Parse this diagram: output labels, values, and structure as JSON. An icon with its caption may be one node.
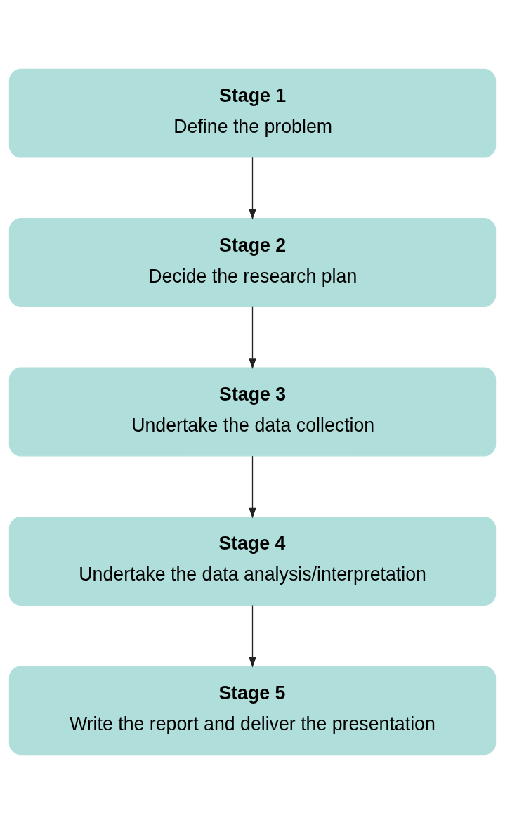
{
  "diagram": {
    "nodes": [
      {
        "text": [
          "Stage 1",
          "Define the problem"
        ]
      },
      {
        "text": [
          "Stage 2",
          "Decide the research plan"
        ]
      },
      {
        "text": [
          "Stage 3",
          "Undertake the data collection"
        ]
      },
      {
        "text": [
          "Stage 4",
          "Undertake the data analysis/interpretation"
        ]
      },
      {
        "text": [
          "Stage 5",
          "Write the report and deliver the presentation"
        ]
      }
    ],
    "edges": [
      {
        "from": 0,
        "to": 1,
        "arrow": "to"
      },
      {
        "from": 1,
        "to": 2,
        "arrow": "to"
      },
      {
        "from": 2,
        "to": 3,
        "arrow": "to"
      },
      {
        "from": 3,
        "to": 4,
        "arrow": "to"
      }
    ]
  }
}
